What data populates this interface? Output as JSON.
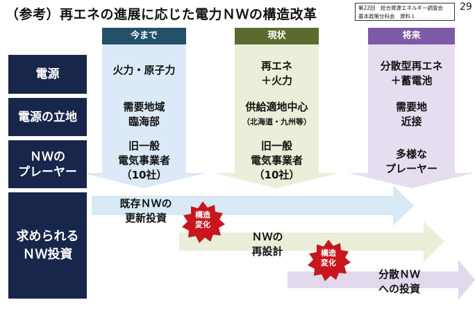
{
  "title": "（参考）再エネの進展に応じた電力ＮＷの構造改革",
  "meeting": {
    "line1": "第22回　総合資源エネルギー調査会",
    "line2": "基本政策分科会　資料１"
  },
  "page_number": "29",
  "columns": [
    {
      "label": "今まで",
      "color": "#24506a",
      "bg": "#dbeaf6"
    },
    {
      "label": "現状",
      "color": "#5a6b2f",
      "bg": "#e9efd8"
    },
    {
      "label": "将来",
      "color": "#7c5aa6",
      "bg": "#e6ddf0"
    }
  ],
  "rows": [
    {
      "label": "電源",
      "cells": [
        [
          "火力・原子力"
        ],
        [
          "再エネ",
          "＋火力"
        ],
        [
          "分散型再エネ",
          "＋蓄電池"
        ]
      ]
    },
    {
      "label": "電源の立地",
      "cells": [
        [
          "需要地域",
          "臨海部"
        ],
        [
          "供給適地中心",
          "（北海道・九州等）"
        ],
        [
          "需要地",
          "近接"
        ]
      ]
    },
    {
      "label": "ＮＷの\nプレーヤー",
      "cells": [
        [
          "旧一般",
          "電気事業者",
          "（10社）"
        ],
        [
          "旧一般",
          "電気事業者",
          "（10社）"
        ],
        [
          "多様な",
          "プレーヤー"
        ]
      ]
    }
  ],
  "investment": {
    "row_label": "求められる\nＮＷ投資",
    "arrows": [
      {
        "text": "既存ＮＷの\n更新投資",
        "color": "#d6e9f5"
      },
      {
        "text": "ＮＷの\n再設計",
        "color": "#e9efd8"
      },
      {
        "text": "分散ＮＷ\nへの投資",
        "color": "#e1d8ec"
      }
    ],
    "bursts": [
      {
        "text": "構造\n変化"
      },
      {
        "text": "構造\n変化"
      }
    ]
  }
}
